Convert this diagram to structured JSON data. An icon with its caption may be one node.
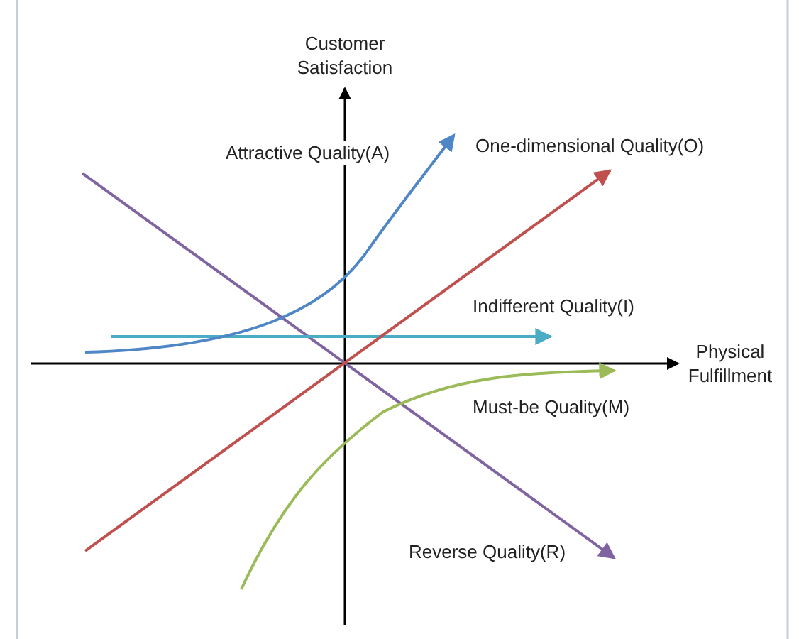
{
  "diagram": {
    "labels": [
      "Customer Satisfaction",
      "Physical Fulfillment",
      "Attractive Quality(A)",
      "One-dimensional Quality(O)",
      "Indifferent Quality(I)",
      "Must-be Quality(M)",
      "Reverse Quality(R)"
    ]
  }
}
